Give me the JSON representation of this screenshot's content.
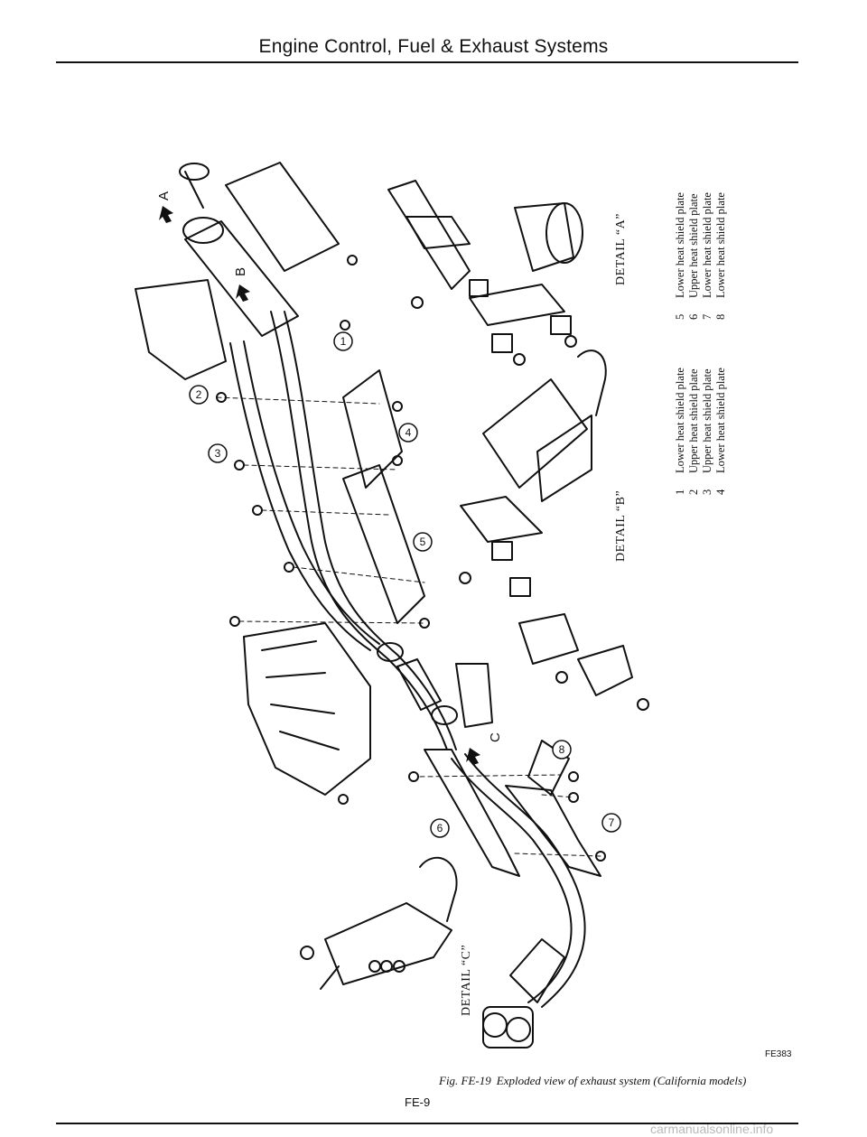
{
  "header": {
    "title": "Engine Control, Fuel & Exhaust Systems"
  },
  "diagram": {
    "callouts": [
      "1",
      "2",
      "3",
      "4",
      "5",
      "6",
      "7",
      "8"
    ],
    "view_arrows": [
      "A",
      "B",
      "C"
    ],
    "details": [
      "DETAIL “A”",
      "DETAIL “B”",
      "DETAIL “C”"
    ]
  },
  "legend": [
    {
      "num": "1",
      "label": "Lower heat shield plate"
    },
    {
      "num": "2",
      "label": "Upper heat shield plate"
    },
    {
      "num": "3",
      "label": "Upper heat shield plate"
    },
    {
      "num": "4",
      "label": "Lower heat shield plate"
    },
    {
      "num": "5",
      "label": "Lower heat shield plate"
    },
    {
      "num": "6",
      "label": "Upper heat shield plate"
    },
    {
      "num": "7",
      "label": "Lower heat shield plate"
    },
    {
      "num": "8",
      "label": "Lower heat shield plate"
    }
  ],
  "figure": {
    "code": "FE383",
    "number": "Fig. FE-19",
    "caption": "Exploded view of exhaust system (California models)"
  },
  "footer": {
    "page_number": "FE-9",
    "watermark": "carmanualsonline.info"
  }
}
